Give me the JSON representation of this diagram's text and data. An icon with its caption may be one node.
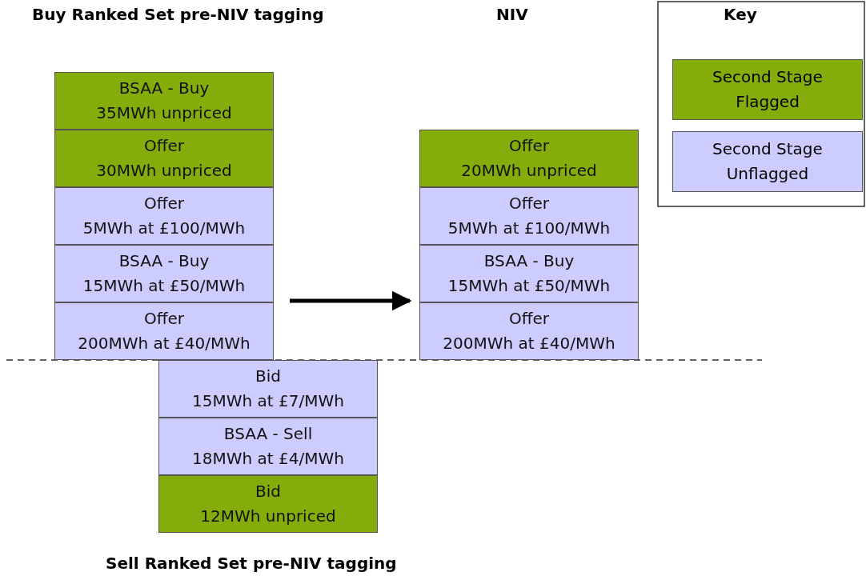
{
  "diagram": {
    "nodes": [
      {
        "text": [
          "BSAA - Buy",
          "35MWh unpriced"
        ]
      },
      {
        "text": [
          "Offer",
          "30MWh unpriced"
        ]
      },
      {
        "text": [
          "Offer",
          "5MWh at £100/MWh"
        ]
      },
      {
        "text": [
          "BSAA - Buy",
          "15MWh at £50/MWh"
        ]
      },
      {
        "text": [
          "Offer",
          "200MWh at £40/MWh"
        ]
      },
      {
        "text": [
          "Offer",
          "20MWh unpriced"
        ]
      },
      {
        "text": [
          "Offer",
          "5MWh at £100/MWh"
        ]
      },
      {
        "text": [
          "BSAA - Buy",
          "15MWh at £50/MWh"
        ]
      },
      {
        "text": [
          "Offer",
          "200MWh at £40/MWh"
        ]
      },
      {
        "text": [
          "Bid",
          "15MWh at £7/MWh"
        ]
      },
      {
        "text": [
          "BSAA - Sell",
          "18MWh at £4/MWh"
        ]
      },
      {
        "text": [
          "Bid",
          "12MWh unpriced"
        ]
      }
    ],
    "edges": [
      {
        "from": 3,
        "to": 7,
        "arrow": "to"
      }
    ],
    "labels": [
      "Buy Ranked Set pre-NIV tagging",
      "NIV",
      "Key",
      "Sell Ranked Set pre-NIV tagging"
    ],
    "legend": [
      {
        "text": "Second Stage Flagged",
        "color": "#84ad0c"
      },
      {
        "text": "Second Stage Unflagged",
        "color": "#ccccff"
      }
    ]
  }
}
